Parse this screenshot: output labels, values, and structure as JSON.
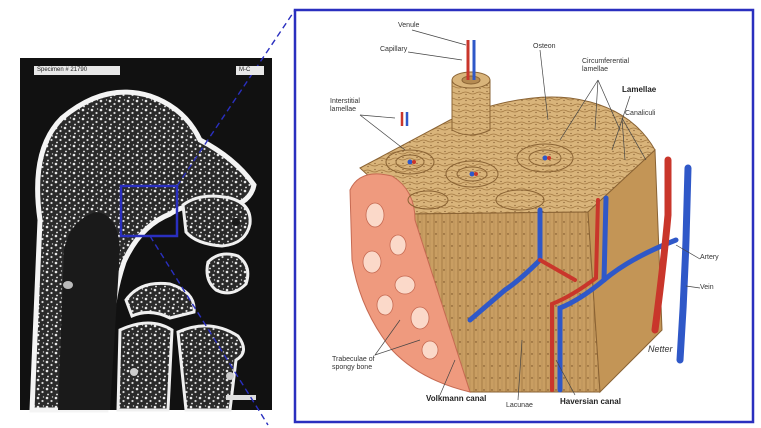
{
  "xray": {
    "tag_left": "Specimen # 21790",
    "tag_right": "M-C"
  },
  "illustration": {
    "labels": {
      "venule": "Venule",
      "capillary": "Capillary",
      "osteon": "Osteon",
      "circumferential_lamellae": "Circumferential lamellae",
      "lamellae": "Lamellae",
      "interstitial_lamellae": "Interstitial lamellae",
      "canaliculi": "Canaliculi",
      "artery": "Artery",
      "vein": "Vein",
      "trabeculae": "Trabeculae of spongy bone",
      "volkmann_canal": "Volkmann canal",
      "lacunae": "Lacunae",
      "haversian_canal": "Haversian canal",
      "signature": "Netter"
    }
  },
  "colors": {
    "frame_blue": "#2a2fbf",
    "bone_tan": "#d9b47a",
    "spongy_pink": "#ef9a7e",
    "artery_red": "#c9362b",
    "vein_blue": "#2f58c8"
  }
}
